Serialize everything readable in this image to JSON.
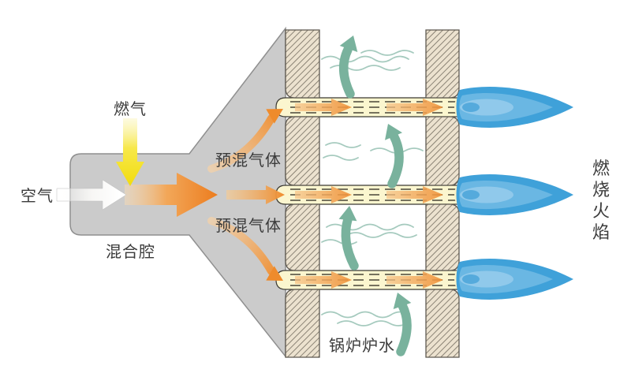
{
  "diagram": {
    "labels": {
      "air": "空气",
      "gas": "燃气",
      "mixing_chamber": "混合腔",
      "premix_upper": "预混气体",
      "premix_lower": "预混气体",
      "boiler_water": "锅炉炉水",
      "combustion_flame": "燃烧火焰"
    },
    "colors": {
      "chamber_gray": "#cbcbcb",
      "gas_arrow_yellow": "#f2dc0e",
      "air_arrow_white": "#ffffff",
      "premix_arrow_orange": "#ec7d1f",
      "burner_channel_yellow": "#fbf6cf",
      "wall_tan": "#ece2cf",
      "water_arrow_green": "#79b29d",
      "flame_blue": "#3fa1d9"
    }
  }
}
